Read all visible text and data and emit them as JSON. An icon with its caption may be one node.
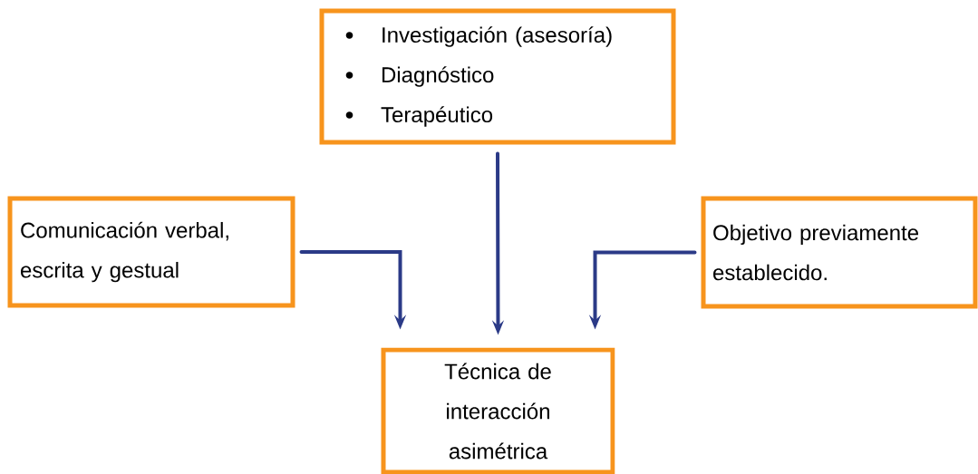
{
  "diagram": {
    "nodes": [
      {
        "text": [
          "Investigación (asesoría)",
          "Diagnóstico",
          "Terapéutico"
        ]
      },
      {
        "text": [
          "Comunicación verbal, escrita y gestual"
        ]
      },
      {
        "text": [
          "Objetivo previamente establecido."
        ]
      },
      {
        "text": [
          "Técnica de interacción asimétrica"
        ]
      }
    ],
    "edges": [
      {
        "from": 0,
        "to": 3,
        "arrow": "to"
      },
      {
        "from": 1,
        "to": 3,
        "arrow": "to"
      },
      {
        "from": 2,
        "to": 3,
        "arrow": "to"
      }
    ]
  }
}
